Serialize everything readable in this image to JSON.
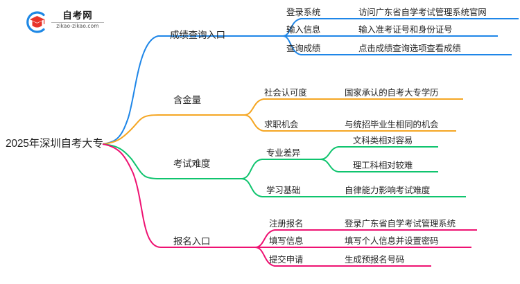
{
  "brand": {
    "name": "brand-logo",
    "title": "自考网",
    "domain": "zikao-zikao.com",
    "mark_icon": "graduation-cap-icon",
    "arc_color": "#1E88E5",
    "cap_color": "#E8342A"
  },
  "mindmap": {
    "root": {
      "label": "2025年深圳自考大专"
    },
    "colors": {
      "blue": "#1E86E8",
      "orange": "#F5A623",
      "green": "#0FC46E",
      "pink": "#EE1272"
    },
    "branches": [
      {
        "label": "成绩查询入口",
        "color_key": "blue",
        "color": "#1E86E8",
        "children": [
          {
            "label": "登录系统",
            "leaf": "访问广东省自学考试管理系统官网"
          },
          {
            "label": "输入信息",
            "leaf": "输入准考证号和身份证号"
          },
          {
            "label": "查询成绩",
            "leaf": "点击成绩查询选项查看成绩"
          }
        ]
      },
      {
        "label": "含金量",
        "color_key": "orange",
        "color": "#F5A623",
        "children": [
          {
            "label": "社会认可度",
            "leaf": "国家承认的自考大专学历"
          },
          {
            "label": "求职机会",
            "leaf": "与统招毕业生相同的机会"
          }
        ]
      },
      {
        "label": "考试难度",
        "color_key": "green",
        "color": "#0FC46E",
        "children": [
          {
            "label": "专业差异",
            "leaves": [
              "文科类相对容易",
              "理工科相对较难"
            ]
          },
          {
            "label": "学习基础",
            "leaf": "自律能力影响考试难度"
          }
        ]
      },
      {
        "label": "报名入口",
        "color_key": "pink",
        "color": "#EE1272",
        "children": [
          {
            "label": "注册报名",
            "leaf": "登录广东省自学考试管理系统"
          },
          {
            "label": "填写信息",
            "leaf": "填写个人信息并设置密码"
          },
          {
            "label": "提交申请",
            "leaf": "生成预报名号码"
          }
        ]
      }
    ]
  }
}
